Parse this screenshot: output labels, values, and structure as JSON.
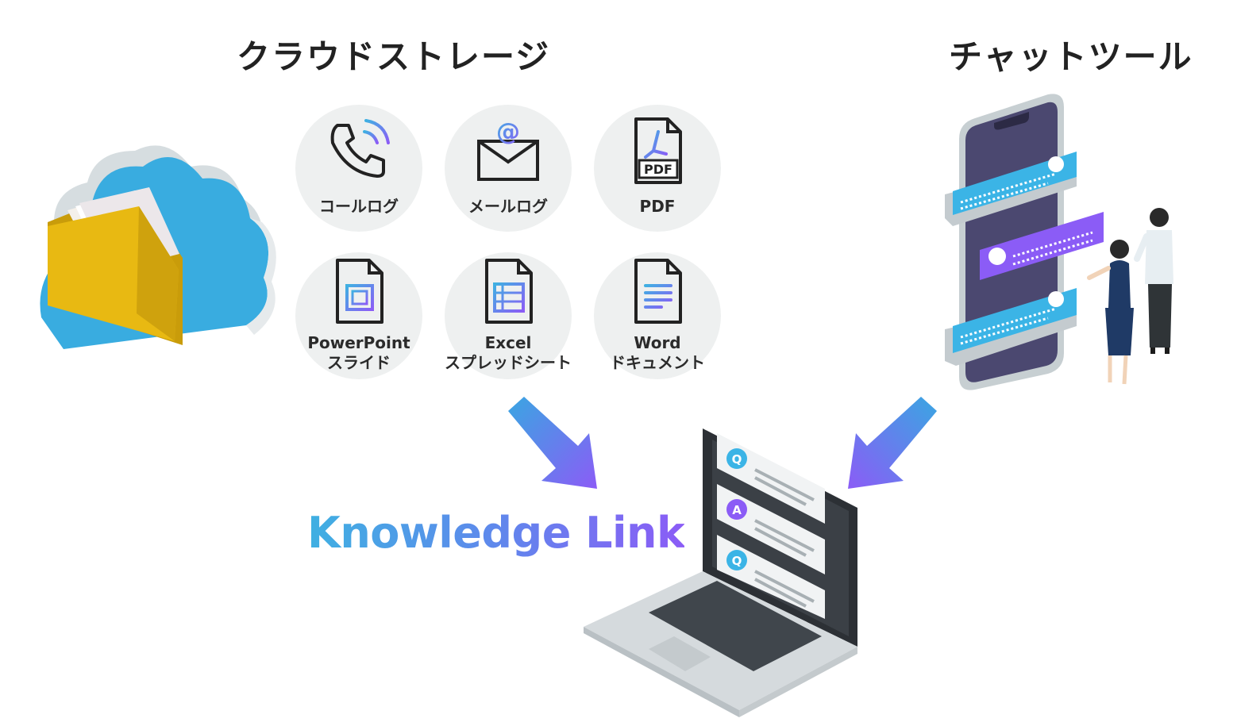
{
  "headings": {
    "cloud_storage": "クラウドストレージ",
    "chat_tools": "チャットツール"
  },
  "sources": [
    {
      "label_lines": [
        "コールログ"
      ],
      "icon": "phone-icon"
    },
    {
      "label_lines": [
        "メールログ"
      ],
      "icon": "email-icon"
    },
    {
      "label_lines": [
        "PDF"
      ],
      "icon": "pdf-file-icon",
      "icon_text": "PDF"
    },
    {
      "label_lines": [
        "PowerPoint",
        "スライド"
      ],
      "icon": "powerpoint-file-icon"
    },
    {
      "label_lines": [
        "Excel",
        "スプレッドシート"
      ],
      "icon": "excel-file-icon"
    },
    {
      "label_lines": [
        "Word",
        "ドキュメント"
      ],
      "icon": "word-file-icon"
    }
  ],
  "qa_badges": [
    "Q",
    "A",
    "Q"
  ],
  "brand": "Knowledge Link",
  "colors": {
    "cloud": "#39ace0",
    "folder": "#e8b912",
    "chat_bubble_blue": "#3bb4e6",
    "chat_bubble_purple": "#8b5cf6",
    "arrow_start": "#3aa6e2",
    "arrow_end": "#8b5cf6",
    "phone_screen": "#4b4870"
  }
}
